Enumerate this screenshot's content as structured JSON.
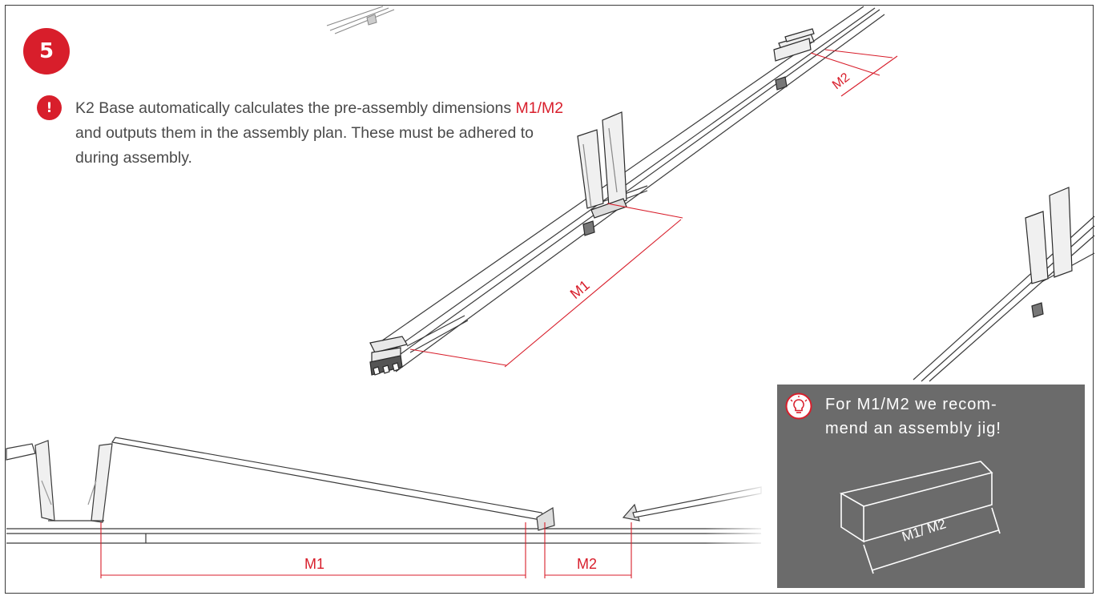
{
  "step": {
    "number": "5"
  },
  "warning": {
    "icon": "exclamation-icon",
    "symbol": "!",
    "text_part1": "K2 Base automatically calculates the pre-assembly dimensions",
    "dim_m1": "M1",
    "separator": "/",
    "dim_m2": "M2",
    "text_part2": "and outputs them in the assembly plan. These must be adhered to during assembly."
  },
  "top_view": {
    "label_m1": "M1",
    "label_m2": "M2"
  },
  "side_view": {
    "label_m1": "M1",
    "label_m2": "M2"
  },
  "tip": {
    "icon": "lightbulb-icon",
    "text_prefix": "For",
    "dim_m1": "M1",
    "separator": "/",
    "dim_m2": "M2",
    "text_line1_suffix": "we recom-",
    "text_line2": "mend an assembly jig!",
    "jig_label": "M1/ M2"
  },
  "colors": {
    "accent": "#d81e2b",
    "line": "#3a3a3a",
    "tip_background": "#6b6b6b"
  }
}
